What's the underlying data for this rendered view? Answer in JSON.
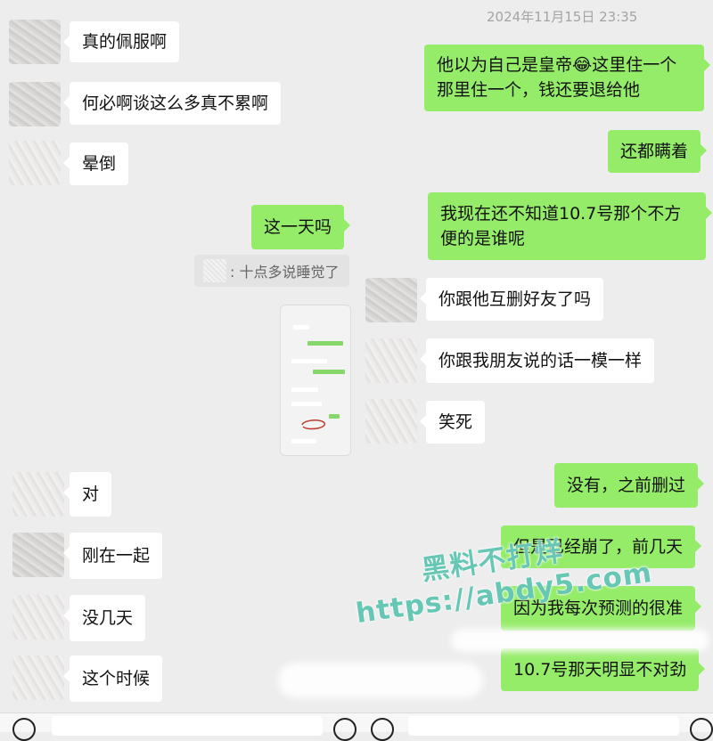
{
  "timestamp": "2024年11月15日 23:35",
  "left_messages": [
    {
      "text": "真的佩服啊"
    },
    {
      "text": "何必啊谈这么多真不累啊"
    },
    {
      "text": "晕倒"
    },
    {
      "text": "你跟他互删好友了吗"
    },
    {
      "text": "你跟我朋友说的话一模一样"
    },
    {
      "text": "笑死"
    },
    {
      "text": "对"
    },
    {
      "text": "刚在一起"
    },
    {
      "text": "没几天"
    },
    {
      "text": "这个时候"
    }
  ],
  "right_messages": [
    {
      "text": "他以为自己是皇帝😂这里住一个那里住一个，钱还要退给他"
    },
    {
      "text": "还都瞒着"
    },
    {
      "text": "我现在还不知道10.7号那个不方便的是谁呢"
    },
    {
      "text": "这一天吗"
    },
    {
      "text": "没有，之前删过"
    },
    {
      "text": "但是已经崩了，前几天"
    },
    {
      "text": "因为我每次预测的很准"
    },
    {
      "text": "10.7号那天明显不对劲"
    }
  ],
  "quote_reply": ": 十点多说睡觉了",
  "watermark": {
    "line1": "黑料不打烊",
    "line2": "https://abdy5.com"
  },
  "colors": {
    "background": "#ededed",
    "bubble_sent": "#95ec69",
    "bubble_received": "#ffffff",
    "watermark": "#67c7b5"
  },
  "icons": {
    "voice": "voice-icon",
    "emoji": "emoji-icon"
  }
}
